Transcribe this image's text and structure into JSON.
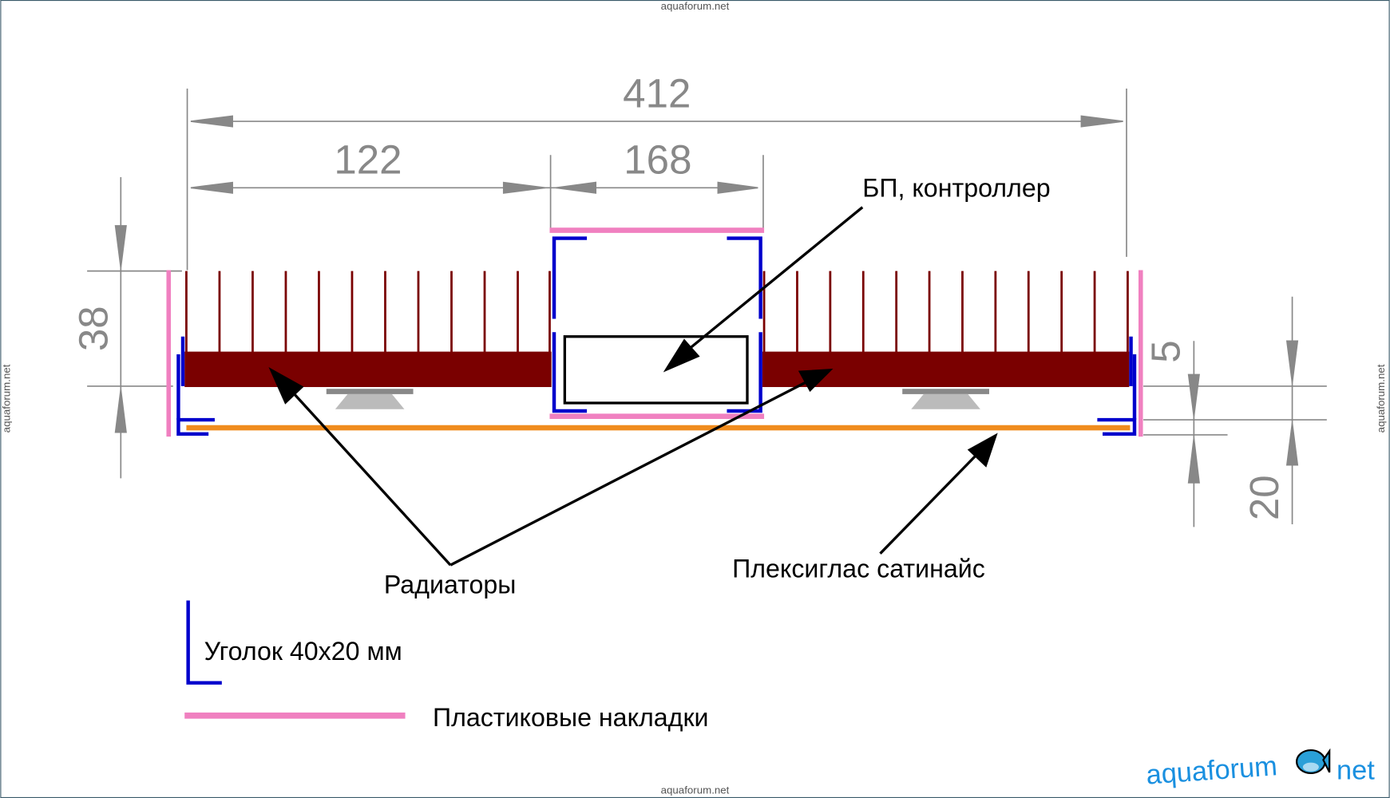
{
  "watermarks": {
    "top": "aquaforum.net",
    "bottom": "aquaforum.net",
    "left": "aquaforum.net",
    "right": "aquaforum.net"
  },
  "logo": {
    "word1": "aquaforum",
    "word2": "net"
  },
  "dimensions": {
    "total_width": "412",
    "left_width": "122",
    "center_width": "168",
    "height": "38",
    "gap_small": "5",
    "gap_bottom": "20"
  },
  "labels": {
    "psu_controller": "БП, контроллер",
    "radiators": "Радиаторы",
    "plexiglass": "Плексиглас сатинайс"
  },
  "legend": [
    {
      "label": "Уголок 40x20 мм",
      "color": "#0000cc"
    },
    {
      "label": "Пластиковые накладки",
      "color": "#f080c0"
    }
  ],
  "colors": {
    "radiator": "#7a0000",
    "angle": "#0000cc",
    "pad": "#f080c0",
    "plexiglass": "#f08c1e",
    "dimension": "#888888"
  }
}
